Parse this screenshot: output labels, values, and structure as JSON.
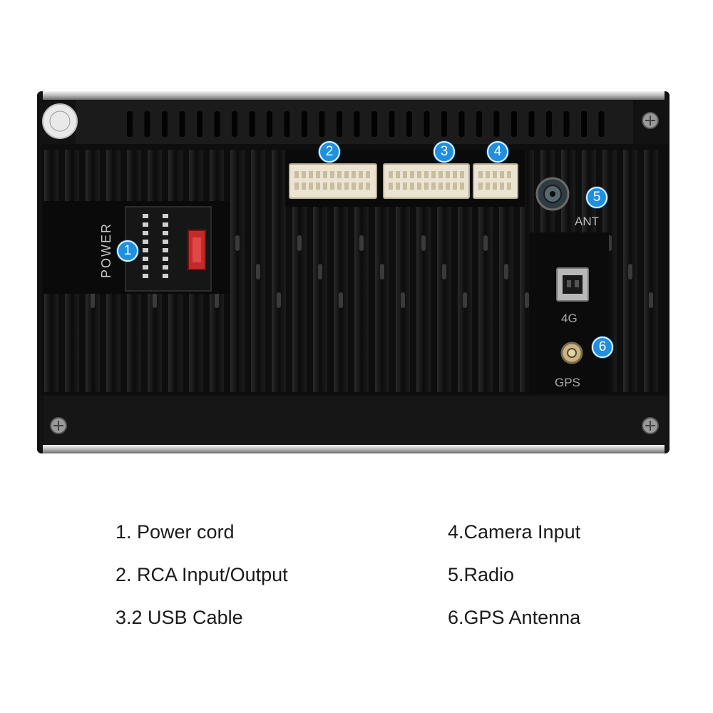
{
  "unit": {
    "labels": {
      "power": "POWER",
      "ant": "ANT",
      "4g": "4G",
      "gps": "GPS"
    }
  },
  "callouts": [
    "1",
    "2",
    "3",
    "4",
    "5",
    "6"
  ],
  "legend": [
    "1. Power cord",
    "2. RCA Input/Output",
    "3.2 USB Cable",
    "4.Camera Input",
    "5.Radio",
    "6.GPS Antenna"
  ],
  "colors": {
    "callout": "#1f8fe0",
    "chassis": "#111111",
    "connector": "#e9e2cf"
  }
}
